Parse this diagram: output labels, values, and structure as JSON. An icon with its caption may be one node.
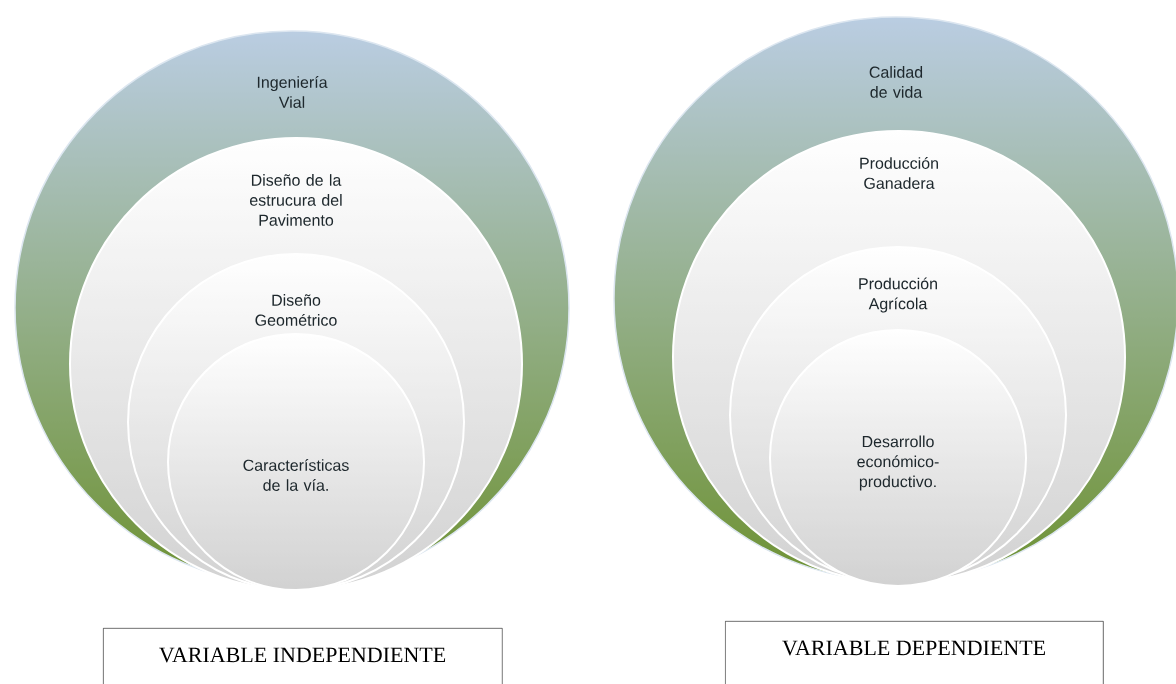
{
  "diagram": {
    "nodes": [
      {
        "text": [
          "Ingeniería Vial"
        ]
      },
      {
        "text": [
          "Diseño de la estrucura del Pavimento"
        ],
        "in": 0
      },
      {
        "text": [
          "Diseño Geométrico"
        ],
        "in": 1
      },
      {
        "text": [
          "Características de la vía."
        ],
        "in": 2
      },
      {
        "text": [
          "VARIABLE INDEPENDIENTE"
        ]
      },
      {
        "text": [
          "Calidad de vida"
        ]
      },
      {
        "text": [
          "Producción Ganadera"
        ],
        "in": 5
      },
      {
        "text": [
          "Producción Agrícola"
        ],
        "in": 6
      },
      {
        "text": [
          "Desarrollo económico-productivo."
        ],
        "in": 7
      },
      {
        "text": [
          "VARIABLE DEPENDIENTE"
        ]
      }
    ]
  }
}
